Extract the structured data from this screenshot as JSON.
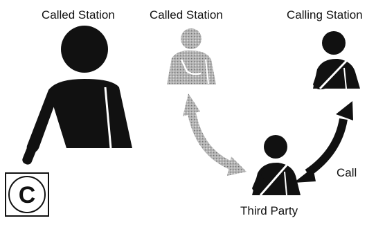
{
  "labels": {
    "called_station_left": "Called Station",
    "called_station_middle": "Called Station",
    "calling_station": "Calling Station",
    "third_party": "Third Party",
    "call": "Call"
  },
  "key": {
    "letter": "C"
  },
  "colors": {
    "figure": "#111111",
    "ghost_figure": "#a8a8a8",
    "ghost_arrow": "#9a9a9a",
    "background": "#ffffff"
  },
  "icons": [
    "person-large",
    "person-ghost",
    "person-calling",
    "person-third-party",
    "double-arrow",
    "key-button"
  ]
}
